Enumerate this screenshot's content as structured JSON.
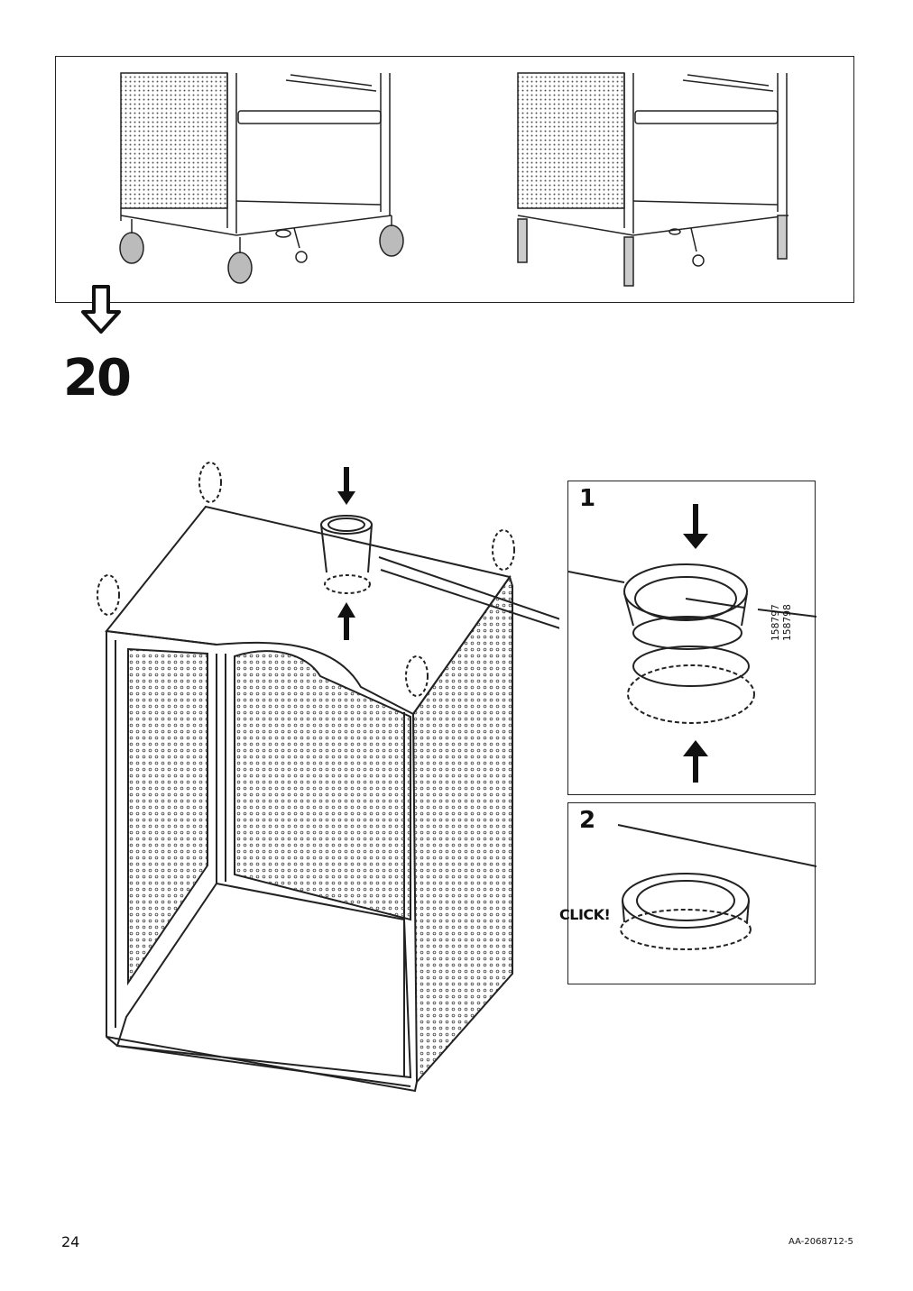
{
  "step": {
    "number": "20"
  },
  "detail_boxes": [
    {
      "number": "1",
      "part_numbers": [
        "158797",
        "158798"
      ]
    },
    {
      "number": "2",
      "sound_label": "CLICK!"
    }
  ],
  "footer": {
    "page_number": "24",
    "document_code": "AA-2068712-5"
  },
  "icons": {
    "transition": "hollow-down-arrow",
    "push": "solid-arrow"
  }
}
